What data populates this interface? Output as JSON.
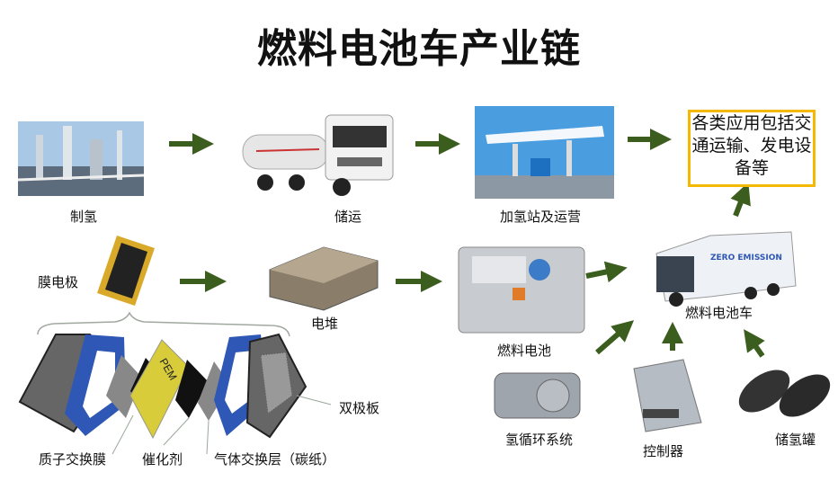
{
  "title": "燃料电池车产业链",
  "stages": {
    "hydrogen_production": "制氢",
    "storage_transport": "储运",
    "refueling_station": "加氢站及运营",
    "applications": "各类应用包括交通运输、发电设备等"
  },
  "components": {
    "mea": "膜电极",
    "stack": "电堆",
    "fuel_cell": "燃料电池",
    "vehicle": "燃料电池车",
    "recirculation": "氢循环系统",
    "controller": "控制器",
    "tank": "储氢罐"
  },
  "mea_parts": {
    "pem_membrane": "质子交换膜",
    "catalyst": "催化剂",
    "gdl": "气体交换层（碳纸）",
    "bipolar_plate": "双极板",
    "pem_mark": "PEM"
  },
  "vehicle_mark": "ZERO EMISSION",
  "colors": {
    "arrow": "#3b5e1f",
    "box_border": "#f5b800",
    "frame_blue": "#2f57b5",
    "pem_yellow": "#d8cc3a"
  }
}
